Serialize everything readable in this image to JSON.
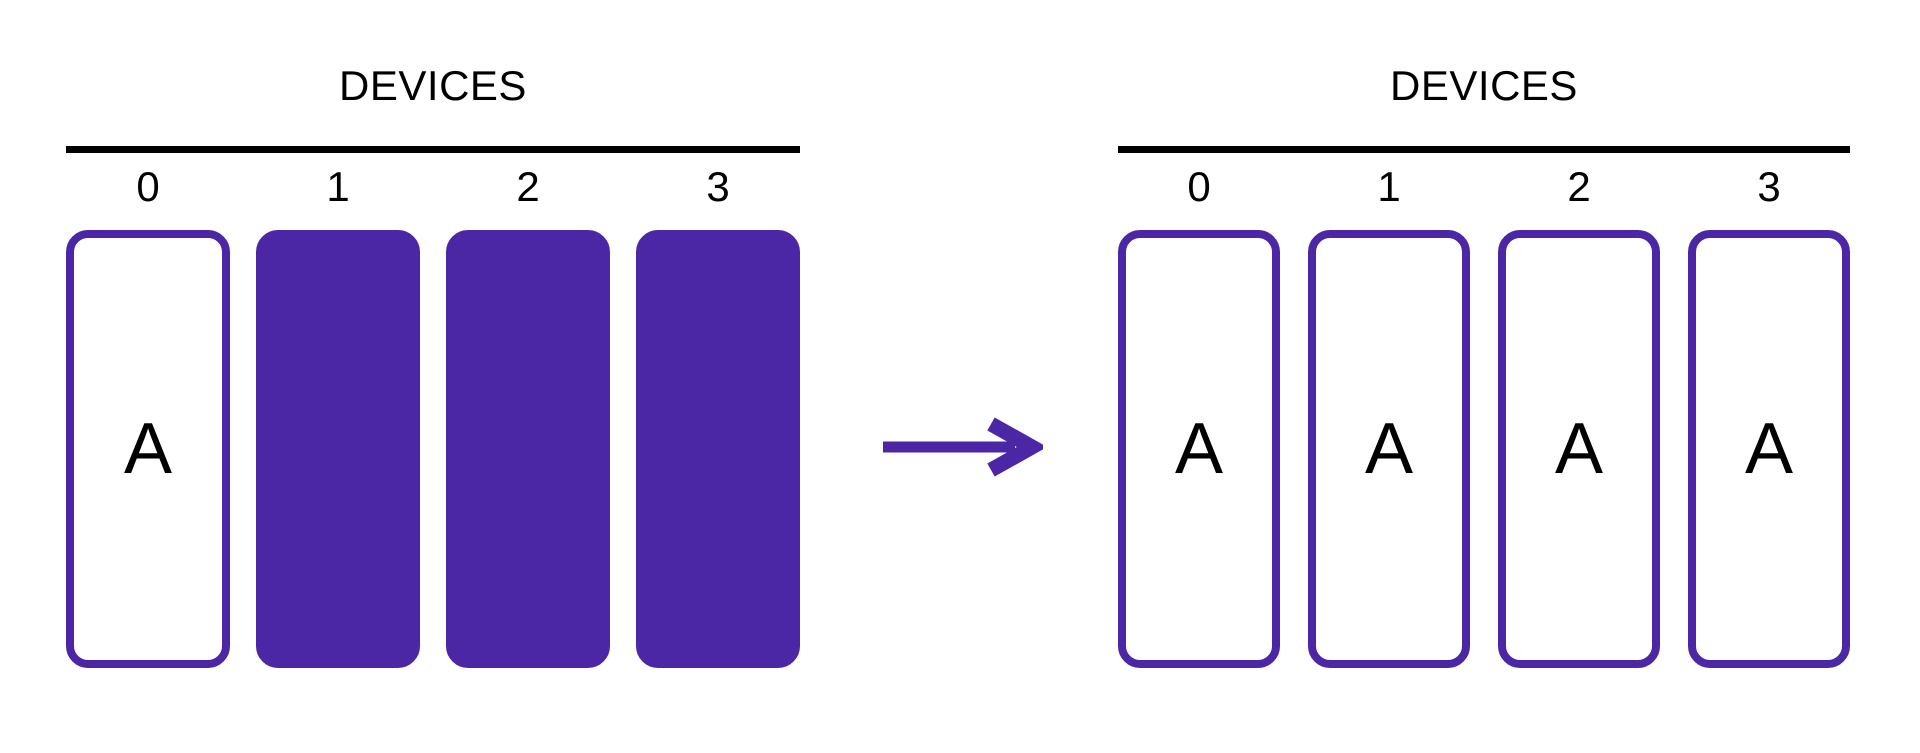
{
  "colors": {
    "purple": "#4B27A5",
    "ink": "#000000",
    "background": "#FFFFFF"
  },
  "left_panel": {
    "title": "DEVICES",
    "devices": [
      {
        "index": "0",
        "label": "A",
        "filled": false
      },
      {
        "index": "1",
        "label": "",
        "filled": true
      },
      {
        "index": "2",
        "label": "",
        "filled": true
      },
      {
        "index": "3",
        "label": "",
        "filled": true
      }
    ]
  },
  "arrow": {
    "meaning": "transforms-into"
  },
  "right_panel": {
    "title": "DEVICES",
    "devices": [
      {
        "index": "0",
        "label": "A",
        "filled": false
      },
      {
        "index": "1",
        "label": "A",
        "filled": false
      },
      {
        "index": "2",
        "label": "A",
        "filled": false
      },
      {
        "index": "3",
        "label": "A",
        "filled": false
      }
    ]
  }
}
